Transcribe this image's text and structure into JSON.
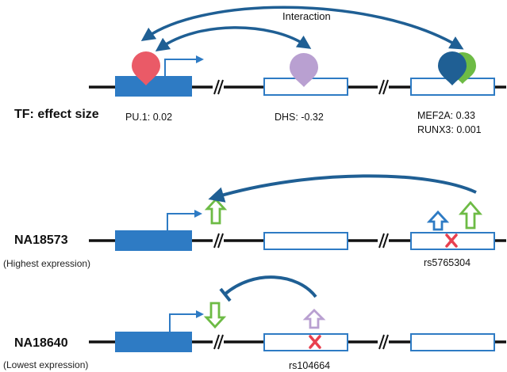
{
  "top_panel": {
    "interaction_label": "Interaction",
    "row_label": "TF: effect size",
    "tf_labels": {
      "pu1": "PU.1: 0.02",
      "dhs": "DHS: -0.32",
      "mef2a": "MEF2A: 0.33",
      "runx3": "RUNX3: 0.001"
    }
  },
  "individual_1": {
    "name": "NA18573",
    "note": "(Highest expression)",
    "snp": "rs5765304"
  },
  "individual_2": {
    "name": "NA18640",
    "note": "(Lowest expression)",
    "snp": "rs104664"
  },
  "colors": {
    "dark_blue": "#1f5f94",
    "mid_blue": "#2e7bc4",
    "pu1_red": "#ea5a67",
    "dhs_purple": "#b9a0d1",
    "green": "#6dbb45",
    "snp_red": "#e8404f"
  }
}
